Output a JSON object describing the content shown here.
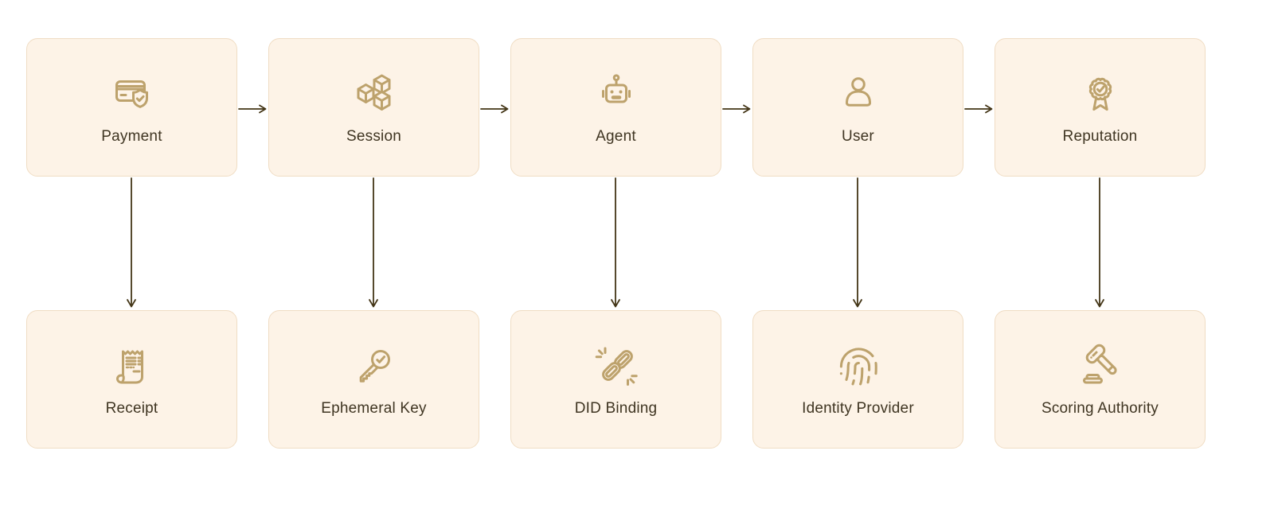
{
  "diagram": {
    "top_row": [
      {
        "label": "Payment",
        "icon": "credit-card-shield-icon"
      },
      {
        "label": "Session",
        "icon": "cubes-icon"
      },
      {
        "label": "Agent",
        "icon": "robot-icon"
      },
      {
        "label": "User",
        "icon": "person-icon"
      },
      {
        "label": "Reputation",
        "icon": "award-ribbon-icon"
      }
    ],
    "bottom_row": [
      {
        "label": "Receipt",
        "icon": "receipt-icon"
      },
      {
        "label": "Ephemeral Key",
        "icon": "key-check-icon"
      },
      {
        "label": "DID Binding",
        "icon": "chain-link-icon"
      },
      {
        "label": "Identity Provider",
        "icon": "fingerprint-icon"
      },
      {
        "label": "Scoring Authority",
        "icon": "gavel-icon"
      }
    ],
    "edges": {
      "horizontal": [
        "Payment→Session",
        "Session→Agent",
        "Agent→User",
        "User→Reputation"
      ],
      "vertical": [
        "Payment→Receipt",
        "Session→Ephemeral Key",
        "Agent→DID Binding",
        "User→Identity Provider",
        "Reputation→Scoring Authority"
      ]
    },
    "colors": {
      "page_background": "#ffffff",
      "card_background": "#fdf3e7",
      "card_border": "#f0ddc4",
      "icon_stroke": "#bda26c",
      "arrow": "#433516",
      "label_text": "#3f3522"
    }
  }
}
